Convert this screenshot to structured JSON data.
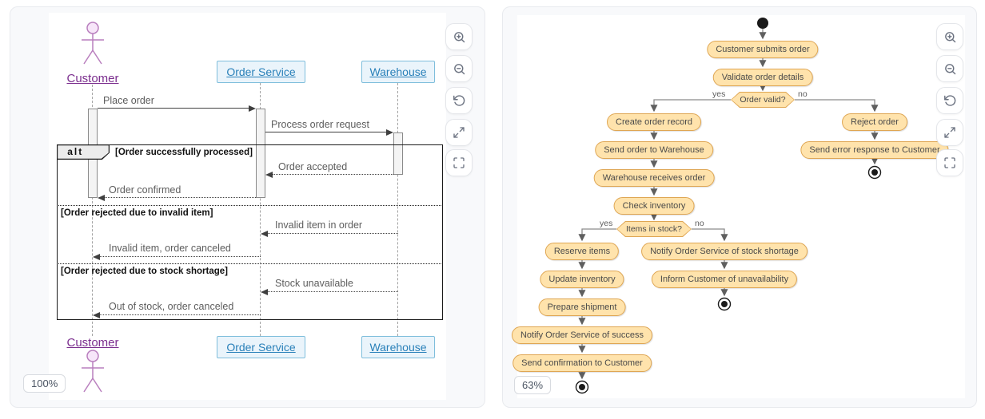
{
  "left_panel": {
    "zoom_badge": "100%",
    "sequence_diagram": {
      "actors": {
        "customer": "Customer",
        "order_service": "Order Service",
        "warehouse": "Warehouse"
      },
      "messages": {
        "place_order": "Place order",
        "process_order_request": "Process order request",
        "order_accepted": "Order accepted",
        "order_confirmed": "Order confirmed",
        "invalid_item_in_order": "Invalid item in order",
        "invalid_item_order_canceled": "Invalid item, order canceled",
        "stock_unavailable": "Stock unavailable",
        "out_of_stock_order_canceled": "Out of stock, order canceled"
      },
      "alt_frame": {
        "operator": "alt",
        "guard_success": "[Order successfully processed]",
        "guard_invalid_item": "[Order rejected due to invalid item]",
        "guard_stock_shortage": "[Order rejected due to stock shortage]"
      }
    }
  },
  "right_panel": {
    "zoom_badge": "63%",
    "activity_diagram": {
      "nodes": {
        "customer_submits_order": "Customer submits order",
        "validate_order_details": "Validate order details",
        "create_order_record": "Create order record",
        "send_order_to_warehouse": "Send order to Warehouse",
        "warehouse_receives_order": "Warehouse receives order",
        "check_inventory": "Check inventory",
        "reserve_items": "Reserve items",
        "update_inventory": "Update inventory",
        "prepare_shipment": "Prepare shipment",
        "notify_order_service_of_success": "Notify Order Service of success",
        "send_confirmation_to_customer": "Send confirmation to Customer",
        "notify_order_service_of_stock_shortage": "Notify Order Service of stock shortage",
        "inform_customer_of_unavailability": "Inform Customer of unavailability",
        "reject_order": "Reject order",
        "send_error_response_to_customer": "Send error response to Customer"
      },
      "decisions": {
        "order_valid": "Order valid?",
        "items_in_stock": "Items in stock?"
      },
      "branch_labels": {
        "yes": "yes",
        "no": "no"
      }
    }
  },
  "colors": {
    "activity_fill": "#FFE3AC",
    "activity_border": "#DFA653",
    "participant_fill": "#EAF4FB",
    "participant_border": "#7FBEDC",
    "participant_text": "#2980B9",
    "actor_stroke": "#B97FBE",
    "actor_text": "#7B2E8E",
    "frame_border": "#1A1A1A"
  }
}
